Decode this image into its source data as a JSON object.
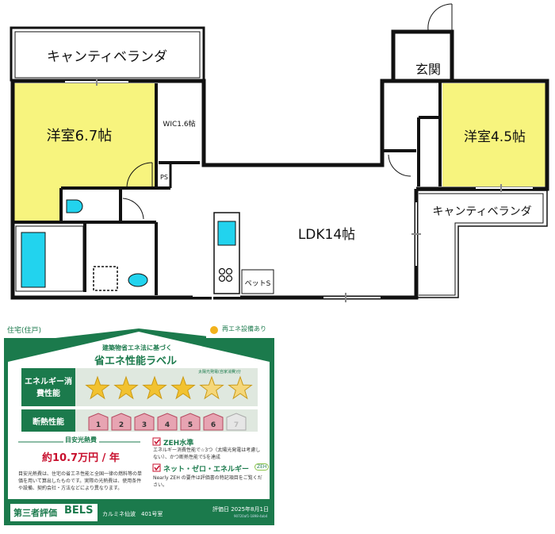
{
  "floorplan": {
    "veranda_left": "キャンティベランダ",
    "room_west": "洋室6.7帖",
    "wic": "WIC1.6帖",
    "ps": "PS",
    "entrance": "玄関",
    "room_east": "洋室4.5帖",
    "veranda_right": "キャンティベランダ",
    "ldk": "LDK14帖",
    "pet_storage": "ペットS"
  },
  "energy_label": {
    "housing_type": "住宅(住戸)",
    "renewable": "再エネ設備あり",
    "subtitle": "建築物省エネ法に基づく",
    "title": "省エネ性能ラベル",
    "energy_row_label": "エネルギー消費性能",
    "solar_note": "太陽光発電(自家消費)分",
    "energy_stars": 6,
    "energy_stars_filled": 4,
    "insulation_row_label": "断熱性能",
    "insulation_levels": [
      "1",
      "2",
      "3",
      "4",
      "5",
      "6",
      "7"
    ],
    "insulation_level": 6,
    "cost_heading": "目安光熱費",
    "cost_value": "約10.7万円 / 年",
    "cost_note": "目安光熱費は、住宅の省エネ性能と全国一律の燃料等の単価を用いて算出したものです。実際の光熱費は、使用条件や設備、契約会社・方法などにより異なります。",
    "zeh_title": "ZEH水準",
    "zeh_text": "エネルギー消費性能で☆3つ（太陽光発電は考慮しない）、かつ断熱性能で5を達成",
    "nzeh_title": "ネット・ゼロ・エネルギー",
    "nzeh_badge": "ZEH",
    "nzeh_text": "Nearly ZEH の要件は評価書の特記項目をご覧ください。",
    "third_party": "第三者評価",
    "bels": "BELS",
    "property": "カルミネ仙波　401号室",
    "eval_date": "評価日 2025年8月1日",
    "code": "90720af1-1898-4ab4"
  },
  "colors": {
    "green": "#1b7a4c",
    "yellow": "#f7f47e",
    "cyan": "#22d3ee",
    "red": "#c8102e"
  }
}
